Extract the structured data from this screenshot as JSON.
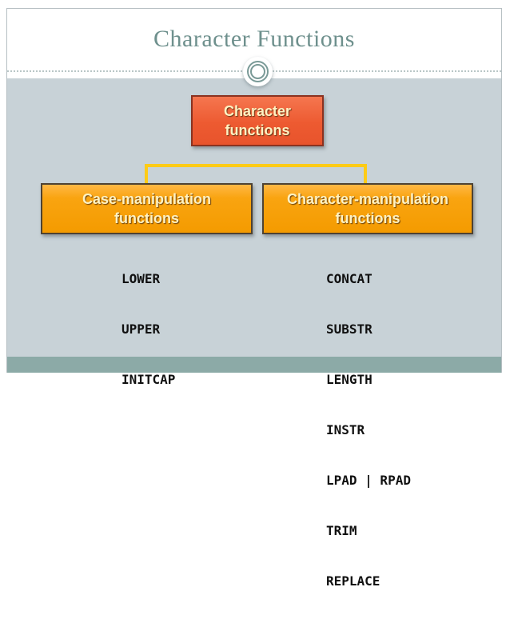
{
  "slide": {
    "title": "Character Functions"
  },
  "diagram": {
    "root": {
      "line1": "Character",
      "line2": "functions"
    },
    "children": [
      {
        "line1": "Case-manipulation",
        "line2": "functions",
        "items": [
          "LOWER",
          "UPPER",
          "INITCAP"
        ]
      },
      {
        "line1": "Character-manipulation",
        "line2": "functions",
        "items": [
          "CONCAT",
          "SUBSTR",
          "LENGTH",
          "INSTR",
          "LPAD | RPAD",
          "TRIM",
          "REPLACE"
        ]
      }
    ]
  },
  "colors": {
    "title_text": "#6E908D",
    "body_background": "#C8D2D7",
    "bottom_band": "#8CAAA7",
    "root_box": "#EA5A31",
    "root_box_border": "#8A3220",
    "child_box": "#F7A007",
    "child_box_border": "#4E4232",
    "connector": "#FECB16",
    "box_text": "#FFF2C2",
    "list_text": "#101010"
  }
}
